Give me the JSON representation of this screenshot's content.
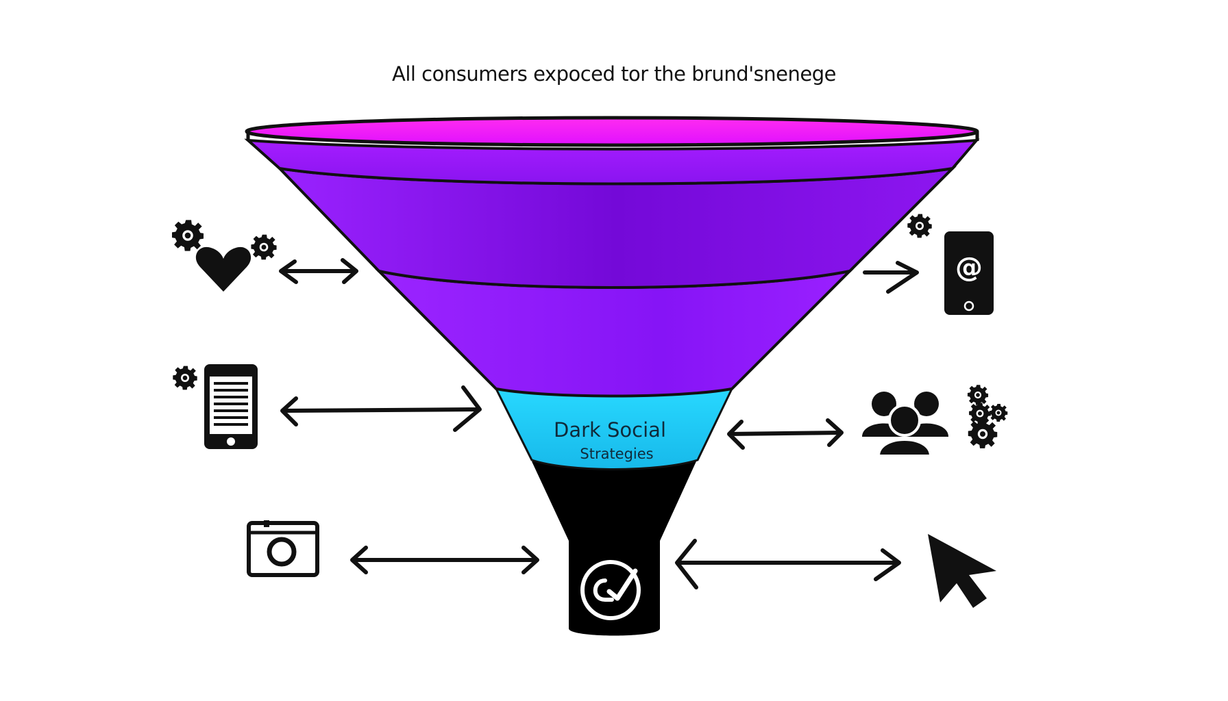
{
  "title": "All consumers expoced tor the brund'snenege",
  "funnel": {
    "label_main": "Dark Social",
    "label_sub": "Strategies",
    "colors": {
      "rim": "#ff14e8",
      "upper": "#9b19ff",
      "middle": "#7d10e0",
      "lower": "#8f1cff",
      "band": "#1ecbf2",
      "spout": "#000000"
    }
  },
  "icons": {
    "left": [
      "gear-icon",
      "heart-icon",
      "gear-icon",
      "gear-icon",
      "smartphone-document-icon",
      "browser-camera-icon"
    ],
    "right": [
      "gear-icon",
      "smartphone-at-icon",
      "users-group-icon",
      "gear-icon",
      "cursor-pointer-icon"
    ],
    "spout": "brand-check-icon"
  },
  "arrows": [
    "double-arrow",
    "double-arrow",
    "double-arrow",
    "right-arrow",
    "double-arrow",
    "double-arrow"
  ]
}
